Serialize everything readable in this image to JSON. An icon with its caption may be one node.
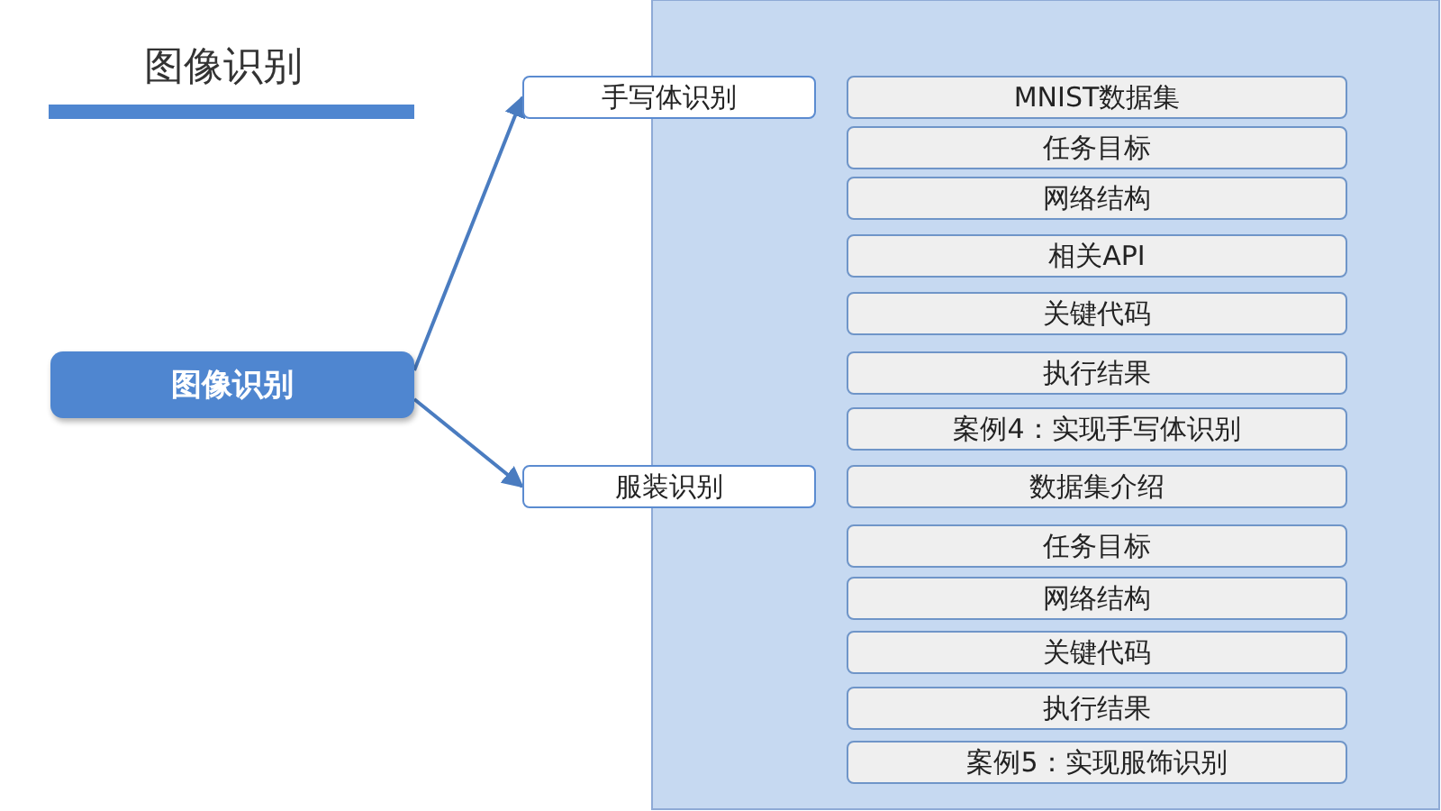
{
  "diagram": {
    "title": "图像识别",
    "nodes": [
      {
        "text": [
          "图像识别"
        ]
      },
      {
        "text": [
          "手写体识别"
        ]
      },
      {
        "text": [
          "MNIST数据集"
        ]
      },
      {
        "text": [
          "任务目标"
        ]
      },
      {
        "text": [
          "网络结构"
        ]
      },
      {
        "text": [
          "相关API"
        ]
      },
      {
        "text": [
          "关键代码"
        ]
      },
      {
        "text": [
          "执行结果"
        ]
      },
      {
        "text": [
          "案例4：实现手写体识别"
        ]
      },
      {
        "text": [
          "服装识别"
        ]
      },
      {
        "text": [
          "数据集介绍"
        ]
      },
      {
        "text": [
          "任务目标"
        ]
      },
      {
        "text": [
          "网络结构"
        ]
      },
      {
        "text": [
          "关键代码"
        ]
      },
      {
        "text": [
          "执行结果"
        ]
      },
      {
        "text": [
          "案例5：实现服饰识别"
        ]
      }
    ],
    "edges": [
      {
        "from": 0,
        "to": 1,
        "arrow": "to"
      },
      {
        "from": 0,
        "to": 9,
        "arrow": "to"
      }
    ]
  }
}
